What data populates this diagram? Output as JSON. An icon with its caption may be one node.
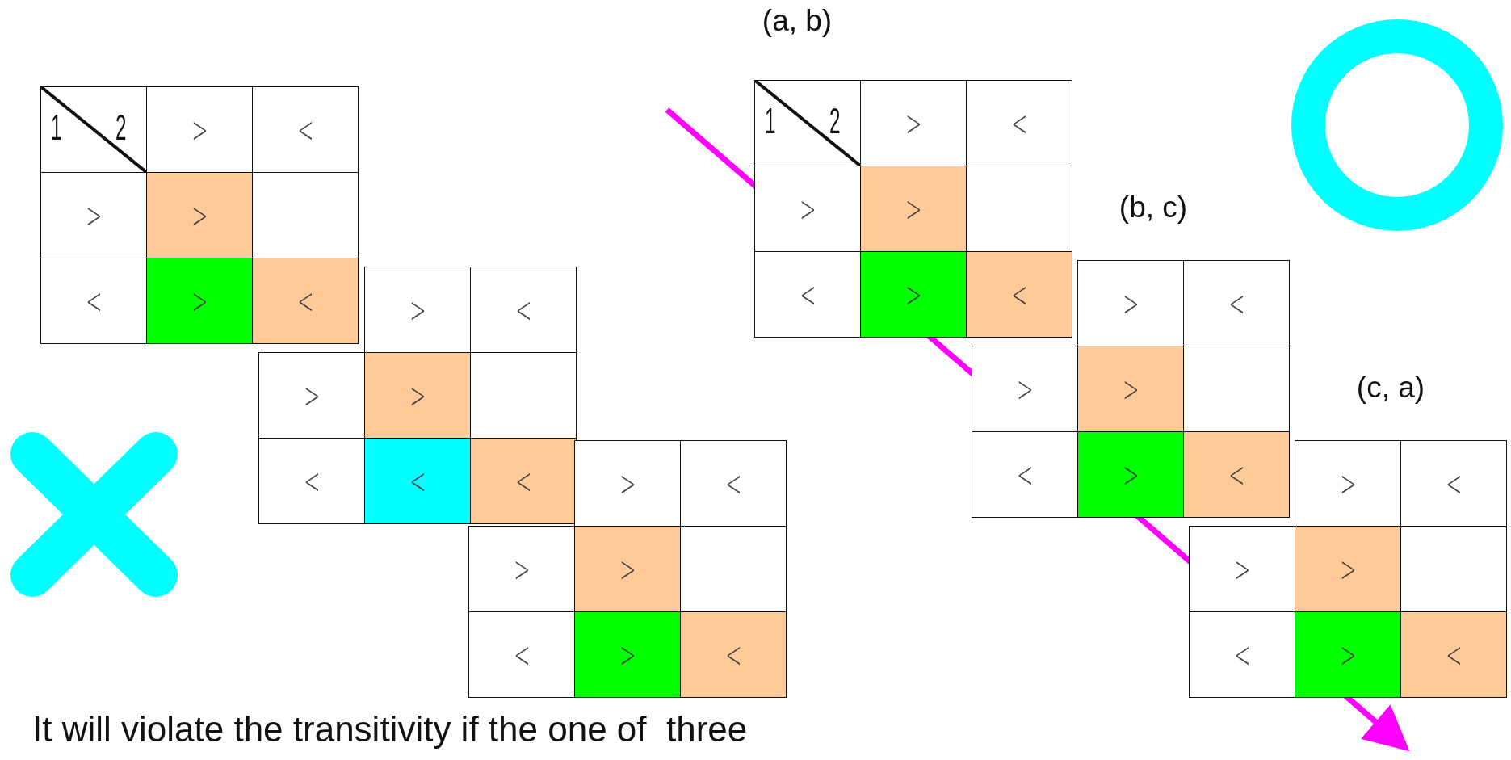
{
  "diagram": {
    "labels": [
      "(a, b)",
      "(b, c)",
      "(c, a)",
      "1",
      "2",
      ">",
      "<",
      ">",
      ">",
      "<",
      ">",
      "<",
      ">",
      "<",
      ">",
      ">",
      "<",
      "<",
      "<",
      ">",
      "<",
      ">",
      ">",
      "<",
      ">",
      "<",
      "1",
      "2",
      ">",
      "<",
      ">",
      ">",
      "<",
      ">",
      "<",
      ">",
      "<",
      ">",
      ">",
      "<",
      ">",
      "<",
      ">",
      "<",
      ">",
      ">",
      "<",
      ">",
      "<",
      "It will violate the transitivity if the one of  three"
    ]
  }
}
